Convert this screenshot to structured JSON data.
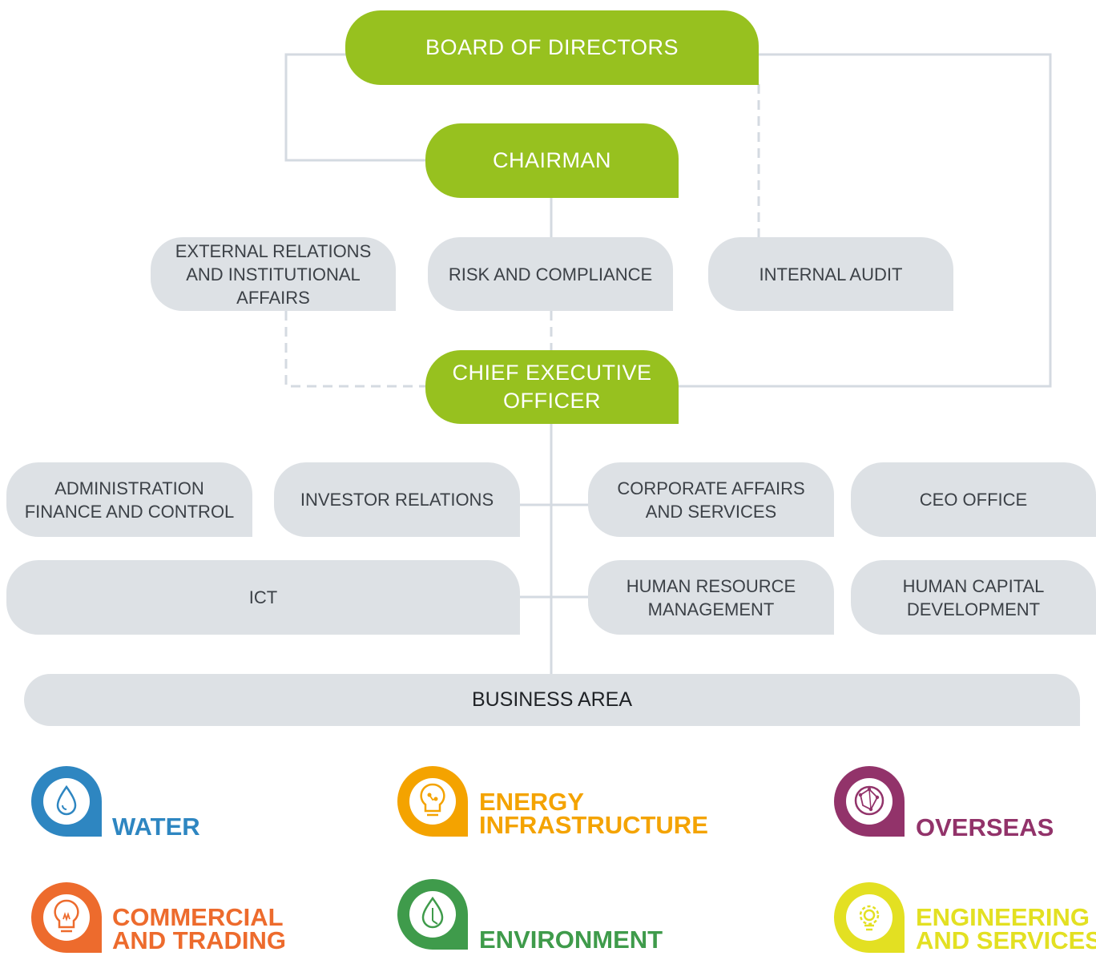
{
  "org_chart": {
    "board": "BOARD OF DIRECTORS",
    "chairman": "CHAIRMAN",
    "ceo": [
      "CHIEF EXECUTIVE",
      "OFFICER"
    ],
    "chairman_staff": {
      "external_relations": [
        "EXTERNAL RELATIONS",
        "AND INSTITUTIONAL",
        "AFFAIRS"
      ],
      "risk_compliance": "RISK AND COMPLIANCE",
      "internal_audit": "INTERNAL AUDIT"
    },
    "ceo_staff": {
      "admin_finance": [
        "ADMINISTRATION",
        "FINANCE AND CONTROL"
      ],
      "investor_relations": "INVESTOR RELATIONS",
      "corporate_affairs": [
        "CORPORATE AFFAIRS",
        "AND SERVICES"
      ],
      "ceo_office": "CEO OFFICE",
      "ict": "ICT",
      "hr_management": [
        "HUMAN RESOURCE",
        "MANAGEMENT"
      ],
      "human_capital": [
        "HUMAN CAPITAL",
        "DEVELOPMENT"
      ]
    },
    "business_area": "BUSINESS AREA"
  },
  "business_areas": [
    {
      "lines": [
        "WATER"
      ],
      "color": "#2e86c1",
      "icon": "water-drop-icon"
    },
    {
      "lines": [
        "ENERGY",
        "INFRASTRUCTURE"
      ],
      "color": "#f4a300",
      "icon": "lightbulb-circuit-icon"
    },
    {
      "lines": [
        "OVERSEAS"
      ],
      "color": "#92336a",
      "icon": "globe-network-icon"
    },
    {
      "lines": [
        "COMMERCIAL",
        "AND TRADING"
      ],
      "color": "#ed6b2d",
      "icon": "lightbulb-icon"
    },
    {
      "lines": [
        "ENVIRONMENT"
      ],
      "color": "#3f9b4b",
      "icon": "leaf-drop-icon"
    },
    {
      "lines": [
        "ENGINEERING",
        "AND SERVICES"
      ],
      "color": "#e3e022",
      "icon": "gear-bulb-icon"
    }
  ],
  "colors": {
    "executive": "#97c11f",
    "staff": "#dde1e5",
    "connector": "#d4dae1"
  }
}
